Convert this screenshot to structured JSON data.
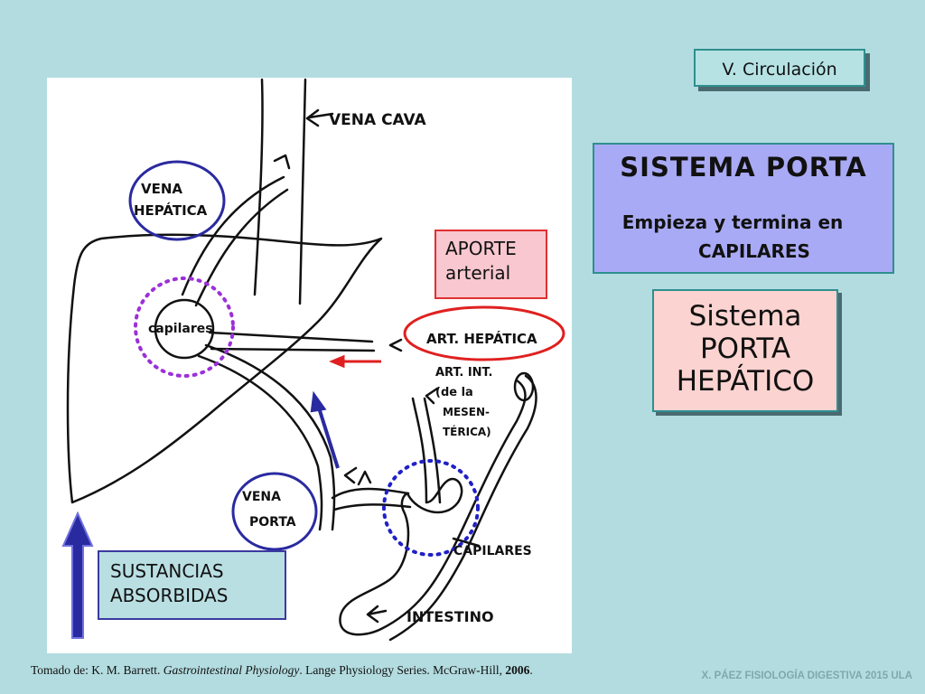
{
  "section_tag": "V. Circulación",
  "title": {
    "main": "SISTEMA PORTA",
    "sub_line1": "Empieza y termina en",
    "sub_line2": "CAPILARES"
  },
  "hepatic_box": {
    "line1": "Sistema",
    "line2": "PORTA",
    "line3": "HEPÁTICO"
  },
  "aporte_box": {
    "line1": "APORTE",
    "line2": "arterial"
  },
  "sustancias_box": {
    "line1": "SUSTANCIAS",
    "line2": "ABSORBIDAS"
  },
  "figure_labels": {
    "vena_cava": "VENA CAVA",
    "vena_hepatica_1": "VENA",
    "vena_hepatica_2": "HEPÁTICA",
    "capilares_liver": "capilares",
    "art_hepatica": "ART. HEPÁTICA",
    "art_int_1": "ART. INT.",
    "art_int_2": "(de la",
    "art_int_3": "MESEN-",
    "art_int_4": "TÉRICA)",
    "vena_porta_1": "VENA",
    "vena_porta_2": "PORTA",
    "capilares_intestine": "CAPILARES",
    "intestino": "INTESTINO"
  },
  "caption": {
    "prefix": "Tomado de: K. M. Barrett. ",
    "book": "Gastrointestinal Physiology",
    "middle": ". Lange Physiology Series. McGraw-Hill, ",
    "year": "2006",
    "suffix": "."
  },
  "credit": "X. PÁEZ   FISIOLOGÍA DIGESTIVA 2015 ULA",
  "colors": {
    "background": "#b3dce0",
    "title_box": "#a9aaf5",
    "hepatic_box": "#fbd3d0",
    "aporte_box": "#f8c7cf",
    "dark_blue": "#2a2aa0",
    "purple_dotted": "#9b30d8",
    "blue_dotted": "#2020c8",
    "red": "#e02020"
  }
}
